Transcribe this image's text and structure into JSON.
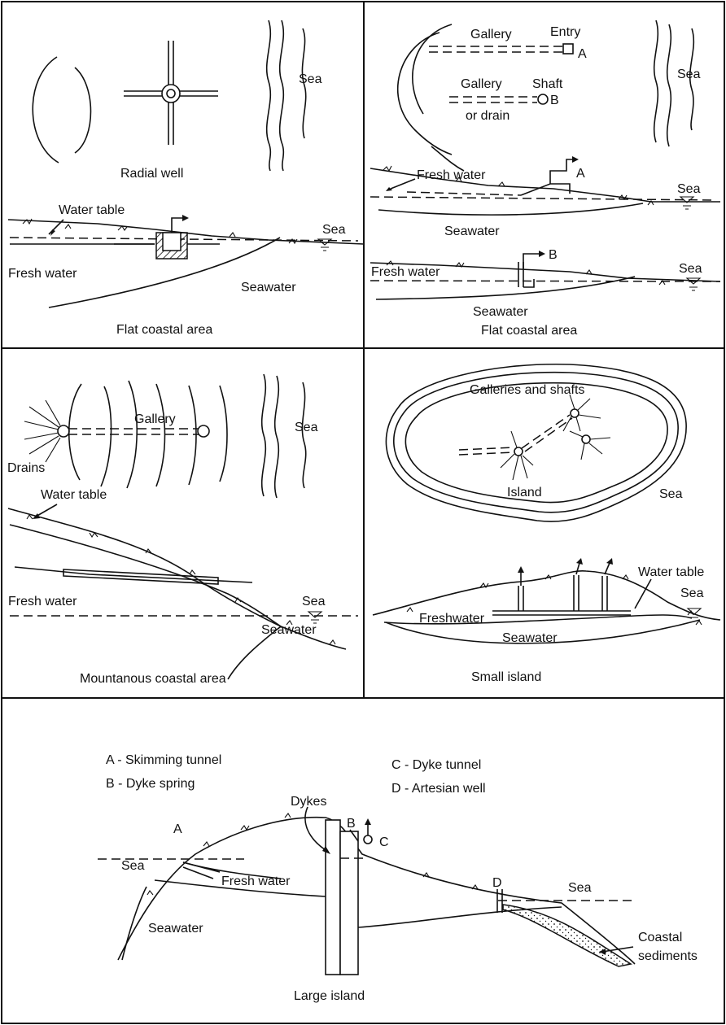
{
  "panel_radial": {
    "plan_sea": "Sea",
    "plan_caption": "Radial well",
    "water_table": "Water table",
    "section_sea": "Sea",
    "fresh_water": "Fresh water",
    "seawater": "Seawater",
    "caption": "Flat coastal area"
  },
  "panel_flat": {
    "gallery_a": "Gallery",
    "entry": "Entry",
    "mark_a": "A",
    "gallery_b": "Gallery",
    "or_drain": "or drain",
    "shaft": "Shaft",
    "mark_b": "B",
    "plan_sea": "Sea",
    "fresh_water_a": "Fresh water",
    "mark_a_section": "A",
    "sea_a": "Sea",
    "seawater_a": "Seawater",
    "mark_b_section": "B",
    "fresh_water_b": "Fresh water",
    "sea_b": "Sea",
    "seawater_b": "Seawater",
    "caption": "Flat coastal area"
  },
  "panel_mountain": {
    "gallery": "Gallery",
    "plan_sea": "Sea",
    "drains": "Drains",
    "water_table": "Water table",
    "fresh_water": "Fresh water",
    "section_sea": "Sea",
    "seawater": "Seawater",
    "caption": "Mountanous coastal area"
  },
  "panel_small_island": {
    "galleries": "Galleries and shafts",
    "island": "Island",
    "plan_sea": "Sea",
    "water_table": "Water table",
    "section_sea": "Sea",
    "freshwater": "Freshwater",
    "seawater": "Seawater",
    "caption": "Small island"
  },
  "panel_large_island": {
    "legend": {
      "a": "A - Skimming tunnel",
      "b": "B - Dyke spring",
      "c": "C - Dyke tunnel",
      "d": "D - Artesian well"
    },
    "dykes": "Dykes",
    "mark_a": "A",
    "mark_b": "B",
    "mark_c": "C",
    "mark_d": "D",
    "sea_left": "Sea",
    "sea_right": "Sea",
    "fresh_water": "Fresh water",
    "seawater": "Seawater",
    "coastal_1": "Coastal",
    "coastal_2": "sediments",
    "caption": "Large island"
  }
}
